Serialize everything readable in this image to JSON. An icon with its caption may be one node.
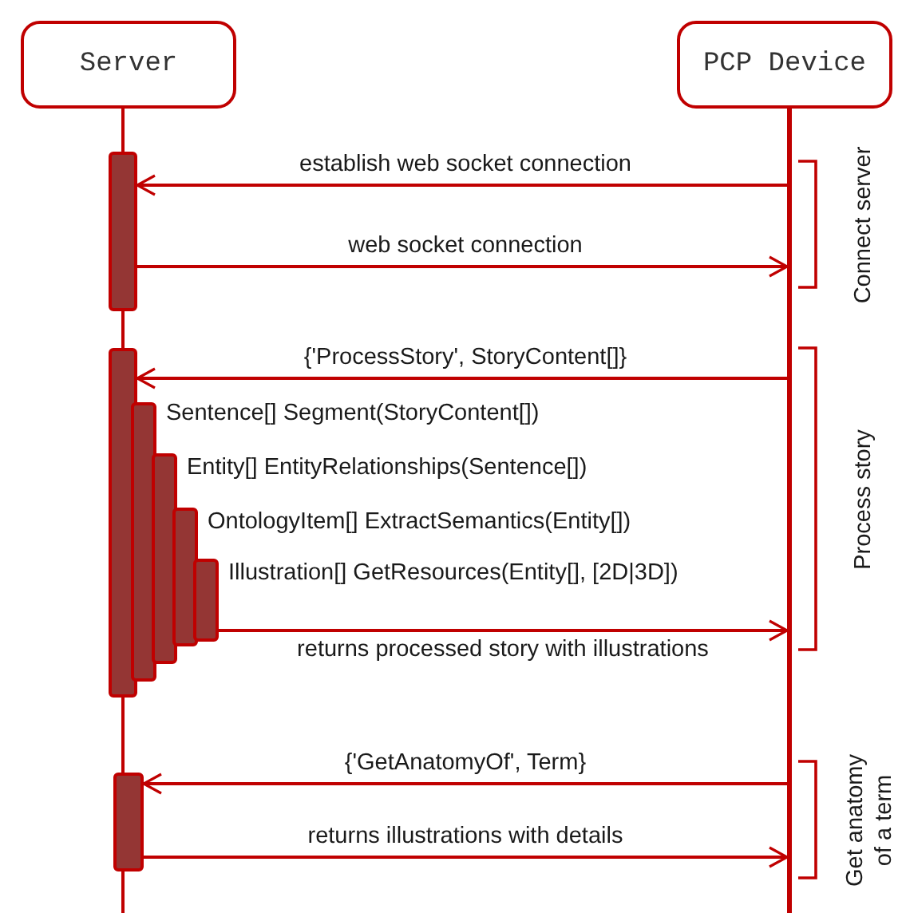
{
  "diagram": {
    "nodes": [
      {
        "text": [
          "Server"
        ]
      },
      {
        "text": [
          "PCP Device"
        ]
      },
      {
        "text": [],
        "shape": "bar"
      },
      {
        "text": [],
        "shape": "bar"
      },
      {
        "text": [],
        "shape": "bar"
      },
      {
        "text": [],
        "shape": "bar",
        "beside": [
          "Sentence[] Segment(StoryContent[])"
        ]
      },
      {
        "text": [],
        "shape": "bar",
        "beside": [
          "Entity[] EntityRelationships(Sentence[])"
        ]
      },
      {
        "text": [],
        "shape": "bar",
        "beside": [
          "OntologyItem[] ExtractSemantics(Entity[])"
        ]
      },
      {
        "text": [],
        "shape": "bar",
        "beside": [
          "Illustration[] GetResources(Entity[], [2D|3D])"
        ]
      },
      {
        "text": [],
        "shape": "bar"
      }
    ],
    "edges": [
      {
        "from": 2,
        "to": 3,
        "arrow": "to",
        "label": "establish web socket connection"
      },
      {
        "from": 3,
        "to": 2,
        "arrow": "to",
        "label": "web socket connection"
      },
      {
        "from": 2,
        "to": 4,
        "arrow": "to",
        "label": "{'ProcessStory', StoryContent[]}"
      },
      {
        "from": 8,
        "to": 2,
        "arrow": "to",
        "label": "returns processed story with illustrations"
      },
      {
        "from": 2,
        "to": 9,
        "arrow": "to",
        "label": "{'GetAnatomyOf', Term}"
      },
      {
        "from": 9,
        "to": 2,
        "arrow": "to",
        "label": "returns illustrations with details"
      }
    ],
    "labels": [
      "Connect server",
      "Process story",
      "Get anatomy of a term"
    ]
  }
}
